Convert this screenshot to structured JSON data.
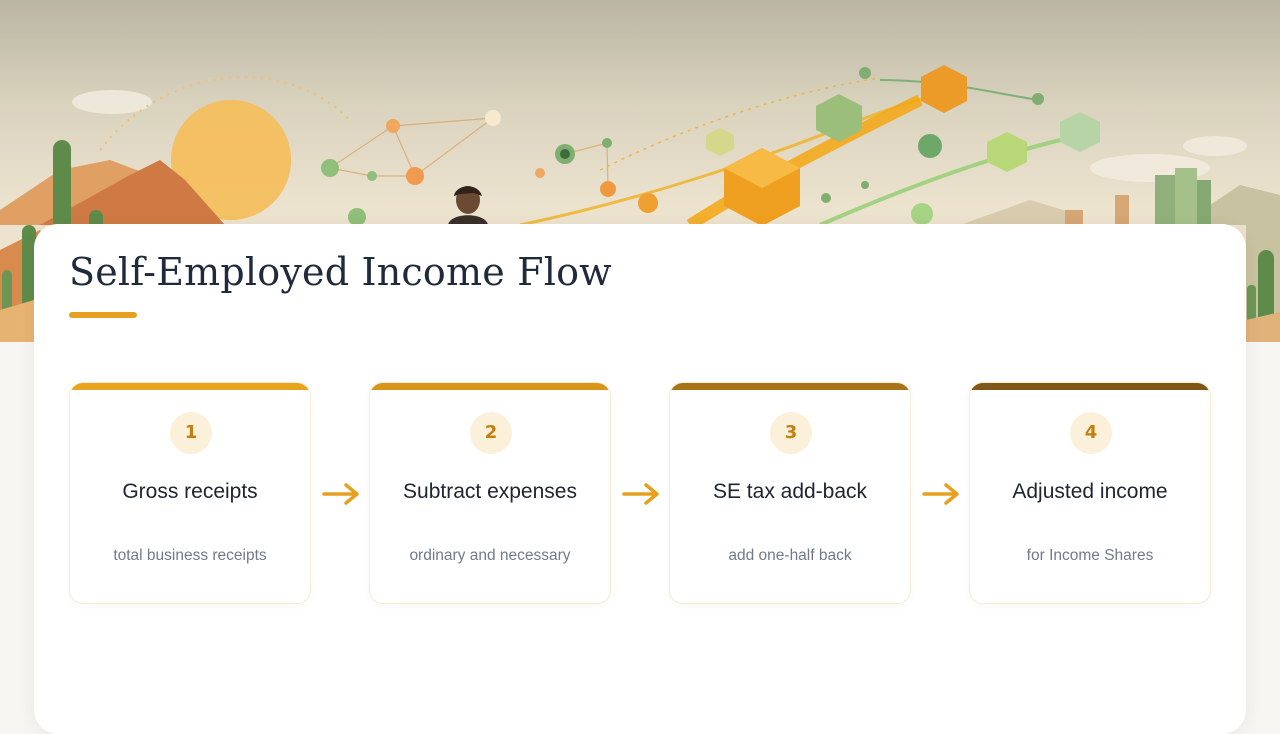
{
  "title": "Self-Employed Income Flow",
  "colors": {
    "accent": "#e6a020",
    "step_bars": [
      "#e9a41e",
      "#d8951a",
      "#a8741a",
      "#7f5716"
    ],
    "arrow": "#e6a020",
    "number_bg": "#fbf0d9",
    "number_text": "#c47f10"
  },
  "steps": [
    {
      "number": "1",
      "title": "Gross receipts",
      "description": "total business receipts"
    },
    {
      "number": "2",
      "title": "Subtract expenses",
      "description": "ordinary and necessary"
    },
    {
      "number": "3",
      "title": "SE tax add-back",
      "description": "add one-half back"
    },
    {
      "number": "4",
      "title": "Adjusted income",
      "description": "for Income Shares"
    }
  ],
  "connectors": [
    "arrow-right-icon",
    "arrow-right-icon",
    "arrow-right-icon"
  ]
}
